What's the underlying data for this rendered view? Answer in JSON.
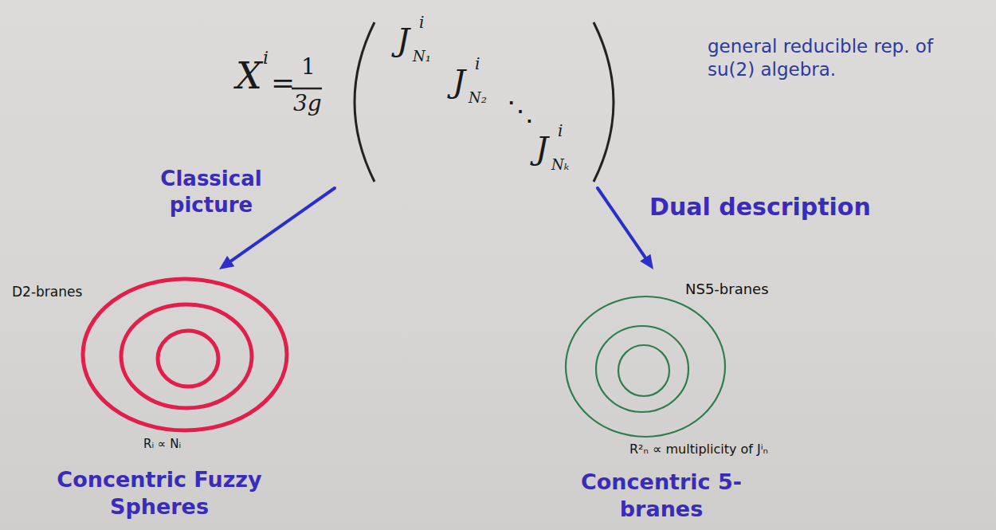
{
  "diagram": {
    "nodes": [
      {
        "text": [
          "X",
          "i",
          "=",
          "1",
          "3g",
          "J",
          "i",
          "N₁",
          "J",
          "i",
          "N₂",
          "⋱",
          "J",
          "i",
          "Nₖ"
        ]
      },
      {
        "text": [
          "D2-branes",
          "Rᵢ ∝ Nᵢ",
          "Concentric Fuzzy Spheres"
        ]
      },
      {
        "text": [
          "NS5-branes",
          "R²ₙ ∝ multiplicity of Jⁱₙ",
          "Concentric 5-branes"
        ]
      }
    ],
    "edges": [
      {
        "from": 0,
        "to": 1,
        "arrow": "to",
        "label": "Classical picture"
      },
      {
        "from": 0,
        "to": 2,
        "arrow": "to",
        "label": "Dual description"
      }
    ],
    "labels": [
      "general reducible rep. of su(2) algebra."
    ]
  }
}
